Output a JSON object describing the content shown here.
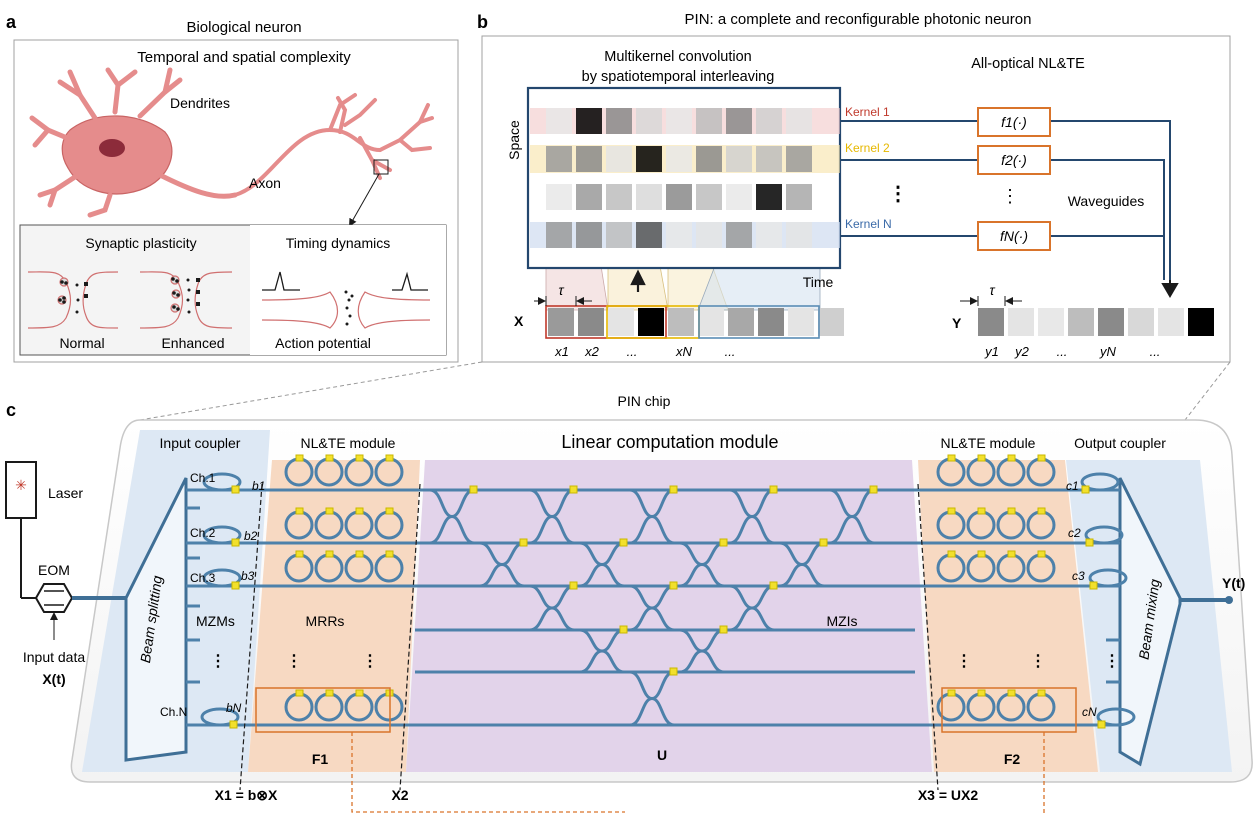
{
  "panel_a": {
    "letter": "a",
    "title": "Biological neuron",
    "subtitle": "Temporal and spatial complexity",
    "labels": {
      "dendrites": "Dendrites",
      "axon": "Axon"
    },
    "inset": {
      "synaptic_title": "Synaptic plasticity",
      "timing_title": "Timing dynamics",
      "normal": "Normal",
      "enhanced": "Enhanced",
      "action_potential": "Action potential"
    }
  },
  "panel_b": {
    "letter": "b",
    "title": "PIN: a complete and reconfigurable photonic neuron",
    "conv_title_1": "Multikernel convolution",
    "conv_title_2": "by spatiotemporal interleaving",
    "nl_title": "All-optical NL&TE",
    "space": "Space",
    "time": "Time",
    "waveguides": "Waveguides",
    "kernels": [
      "Kernel 1",
      "Kernel 2",
      "Kernel N"
    ],
    "functions": [
      "f1(·)",
      "f2(·)",
      "fN(·)"
    ],
    "tau": "τ",
    "x_label": "X",
    "y_label": "Y",
    "x_ticks": [
      "x1",
      "x2",
      "...",
      "xN",
      "..."
    ],
    "y_ticks": [
      "y1",
      "y2",
      "...",
      "yN",
      "..."
    ]
  },
  "panel_c": {
    "letter": "c",
    "title": "PIN chip",
    "modules": {
      "input_coupler": "Input coupler",
      "nlte_left": "NL&TE module",
      "linear": "Linear computation module",
      "nlte_right": "NL&TE module",
      "output_coupler": "Output coupler"
    },
    "laser": "Laser",
    "eom": "EOM",
    "input_data": "Input data",
    "x_t": "X(t)",
    "y_t": "Y(t)",
    "beam_splitting": "Beam splitting",
    "beam_mixing": "Beam mixing",
    "channels": [
      "Ch.1",
      "Ch.2",
      "Ch.3",
      "Ch.N"
    ],
    "b_labels": [
      "b1",
      "b2",
      "b3",
      "bN"
    ],
    "c_labels": [
      "c1",
      "c2",
      "c3",
      "cN"
    ],
    "mzms": "MZMs",
    "mrrs": "MRRs",
    "mzis": "MZIs",
    "f1": "F1",
    "f2": "F2",
    "u": "U",
    "eq_x1": "X1 = b⊗X",
    "eq_x2": "X2",
    "eq_x3": "X3 = UX2"
  },
  "colors": {
    "input_region": "#dde8f4",
    "nlte_region": "#f7d9c2",
    "linear_region": "#e2d3ea",
    "waveguide": "#5a8db5",
    "neuron": "#e58c8c",
    "kernel1": "#c0392b",
    "kernel2": "#e6b800",
    "kernelN": "#3a6aa8",
    "box_orange": "#d9742b",
    "heater": "#f2e02c"
  }
}
